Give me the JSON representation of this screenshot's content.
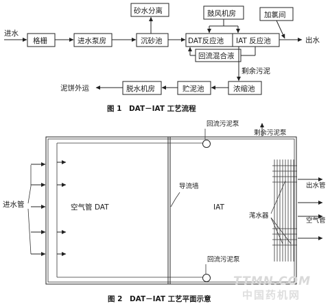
{
  "figure1": {
    "nodes": {
      "inlet": "进水",
      "screen": "格栅",
      "pump_house": "进水泵房",
      "grit_chamber": "沉砂池",
      "sand_water_sep": "砂水分离",
      "blower_house": "鼓风机房",
      "dat_reactor": "DAT反应池",
      "iat_reactor": "IAT 反应池",
      "chlorination": "加氯间",
      "outlet": "出水",
      "return_mixed_liquor": "回流混合液",
      "excess_sludge": "剩余污泥",
      "thickener": "浓缩池",
      "sludge_storage": "贮泥池",
      "dewatering_house": "脱水机房",
      "cake_export": "泥饼外运"
    },
    "caption": "图 1　DAT－IAT 工艺流程"
  },
  "figure2": {
    "labels": {
      "return_pump_top": "回流污泥泵",
      "excess_pump": "剩余污泥泵",
      "guide_wall": "导流墙",
      "inlet_pipe": "进水管",
      "air_pipe_dat": "空气管  DAT",
      "iat": "IAT",
      "outlet_pipe": "出水管",
      "decanter": "滗水器",
      "air_pipe_right": "空气管",
      "return_pump_bottom": "回流污泥泵"
    },
    "caption": "图 2　DAT－IAT 工艺平面示意"
  },
  "watermark": {
    "line1": "TTMN.COM",
    "line2": "中国药机网"
  }
}
